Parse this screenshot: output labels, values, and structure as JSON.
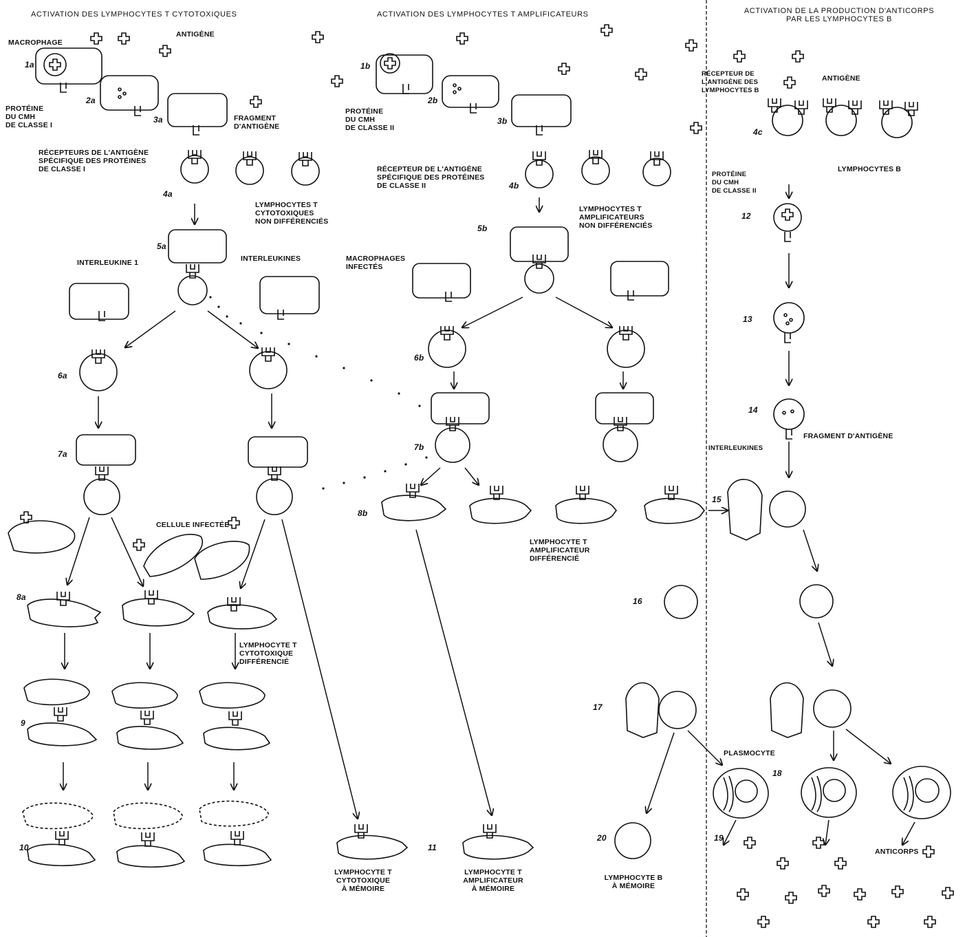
{
  "headers": {
    "cytotoxic": "ACTIVATION DES LYMPHOCYTES T CYTOTOXIQUES",
    "helper": "ACTIVATION DES LYMPHOCYTES T AMPLIFICATEURS",
    "bcell": "ACTIVATION DE LA PRODUCTION D'ANTICORPS\nPAR LES LYMPHOCYTES B"
  },
  "labels": {
    "macrophage": "MACROPHAGE",
    "antigene_a": "ANTIGÈNE",
    "cmh1": "PROTÉINE\nDU CMH\nDE CLASSE I",
    "fragment_a": "FRAGMENT\nD'ANTIGÈNE",
    "recepteur_a": "RÉCEPTEURS DE L'ANTIGÈNE\nSPÉCIFIQUE DES PROTÉINES\nDE CLASSE I",
    "lt_cyto_nd": "LYMPHOCYTES T\nCYTOTOXIQUES\nNON DIFFÉRENCIÉS",
    "interleukine1": "INTERLEUKINE 1",
    "interleukines": "INTERLEUKINES",
    "macrophages_infectes": "MACROPHAGES\nINFECTÉS",
    "cellule_infectee": "CELLULE INFECTÉE",
    "lt_cyto_diff": "LYMPHOCYTE T\nCYTOTOXIQUE\nDIFFÉRENCIÉ",
    "lt_cyto_mem": "LYMPHOCYTE T\nCYTOTOXIQUE\nÀ MÉMOIRE",
    "cmh2_b": "PROTÉINE\nDU CMH\nDE CLASSE II",
    "recepteur_b": "RÉCEPTEUR DE L'ANTIGÈNE\nSPÉCIFIQUE DES PROTÉINES\nDE CLASSE II",
    "lt_ampl_nd": "LYMPHOCYTES T\nAMPLIFICATEURS\nNON DIFFÉRENCIÉS",
    "lt_ampl_diff": "LYMPHOCYTE T\nAMPLIFICATEUR\nDIFFÉRENCIÉ",
    "lt_ampl_mem": "LYMPHOCYTE T\nAMPLIFICATEUR\nÀ MÉMOIRE",
    "recepteur_c": "RÉCEPTEUR DE\nL'ANTIGÈNE DES\nLYMPHOCYTES B",
    "antigene_c": "ANTIGÈNE",
    "lymphocytes_b": "LYMPHOCYTES B",
    "cmh2_c": "PROTÉINE\nDU CMH\nDE CLASSE II",
    "fragment_c": "FRAGMENT D'ANTIGÈNE",
    "interleukines_c": "INTERLEUKINES",
    "plasmocyte": "PLASMOCYTE",
    "anticorps": "ANTICORPS",
    "lb_mem": "LYMPHOCYTE B\nÀ MÉMOIRE"
  },
  "steps": {
    "s1a": "1a",
    "s2a": "2a",
    "s3a": "3a",
    "s4a": "4a",
    "s5a": "5a",
    "s6a": "6a",
    "s7a": "7a",
    "s8a": "8a",
    "s9": "9",
    "s10": "10",
    "s11": "11",
    "s1b": "1b",
    "s2b": "2b",
    "s3b": "3b",
    "s4b": "4b",
    "s5b": "5b",
    "s6b": "6b",
    "s7b": "7b",
    "s8b": "8b",
    "s4c": "4c",
    "s12": "12",
    "s13": "13",
    "s14": "14",
    "s15": "15",
    "s16": "16",
    "s17": "17",
    "s18": "18",
    "s19": "19",
    "s20": "20"
  }
}
